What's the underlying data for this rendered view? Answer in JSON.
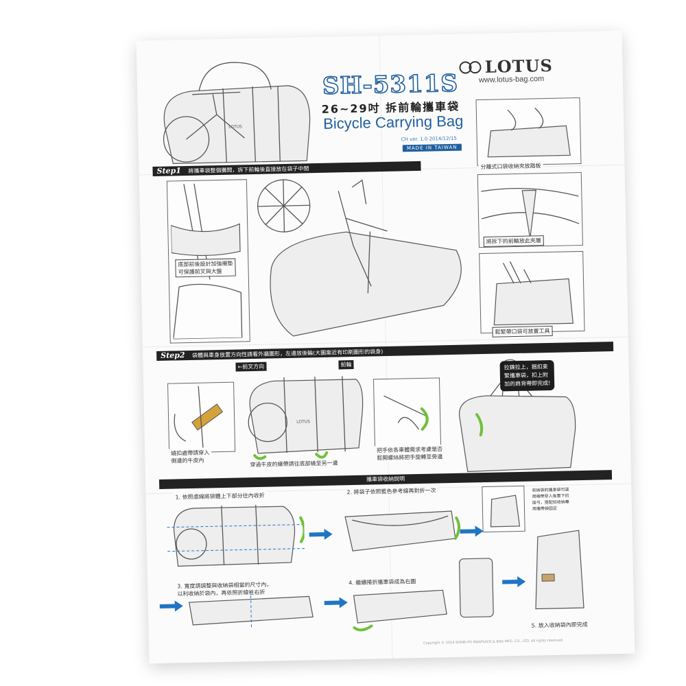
{
  "header": {
    "brand": "LOTUS",
    "url": "www.lotus-bag.com",
    "model": "SH-5311S",
    "title_cn": "26~29吋 拆前輪攜車袋",
    "title_en": "Bicycle Carrying Bag",
    "version": "CH ver. 1.0  2014/12/15",
    "made_in": "MADE IN TAIWAN"
  },
  "step1": {
    "label": "Step1",
    "text": "將攜車袋整個攤開，拆下前輪後直接放在袋子中間",
    "captions": {
      "protect": "底部前後設計加強襯墊\n可保護前叉與大盤",
      "split_pocket": "分離式口袋收納夾放踏板",
      "wheel": "將拆下的前輪放此夾層",
      "tools": "鬆緊帶口袋可放置工具"
    }
  },
  "step2": {
    "label": "Step2",
    "text": "袋體與車身放置方向性請看外牆圖形，左邊放後輪(大圖案近有印刷圖形的袋身)",
    "front_fork": "←前叉方向",
    "front_wheel": "前輪",
    "captions": {
      "strap": "繞扣處帶請穿入\n側邊的牛皮內",
      "leather": "穿過牛皮的織帶請往底部繞至另一邊",
      "handle": "把手依各車體需求考慮是否\n鬆開螺絲將把手旋轉至旁邊",
      "zip": "拉鍊拉上，捆扣束\n緊攜車袋，扣上附\n加的肩背帶即完成!"
    }
  },
  "storage": {
    "title": "攜車袋收納說明",
    "s1": "1. 依照虛線將袋體上下部分往內收折",
    "s2": "2. 將袋子依照藍色參考線再對折一次",
    "s3": "3. 寬度請調整與收納袋相當的尺寸內，\n以利收納於袋內，再依照折線往右折",
    "s4": "4. 繼續捲折攜車袋成為右圖",
    "s5": "5. 放入收納袋內即完成",
    "pouch_note": "收納袋的攜車袋可選\n用織帶穿入後置下的\n座弓，搭配如收納專\n用攜帶袋固定"
  },
  "footer": {
    "copyright": "Copyright © 2014 SHINE-PO KNAPSACK & BAG MFG. CO., LTD. All rights reserved."
  },
  "colors": {
    "brand_blue": "#1f5f9e",
    "accent_green": "#6fc13a",
    "arrow_blue": "#1f75c4",
    "bar_black": "#222222"
  }
}
